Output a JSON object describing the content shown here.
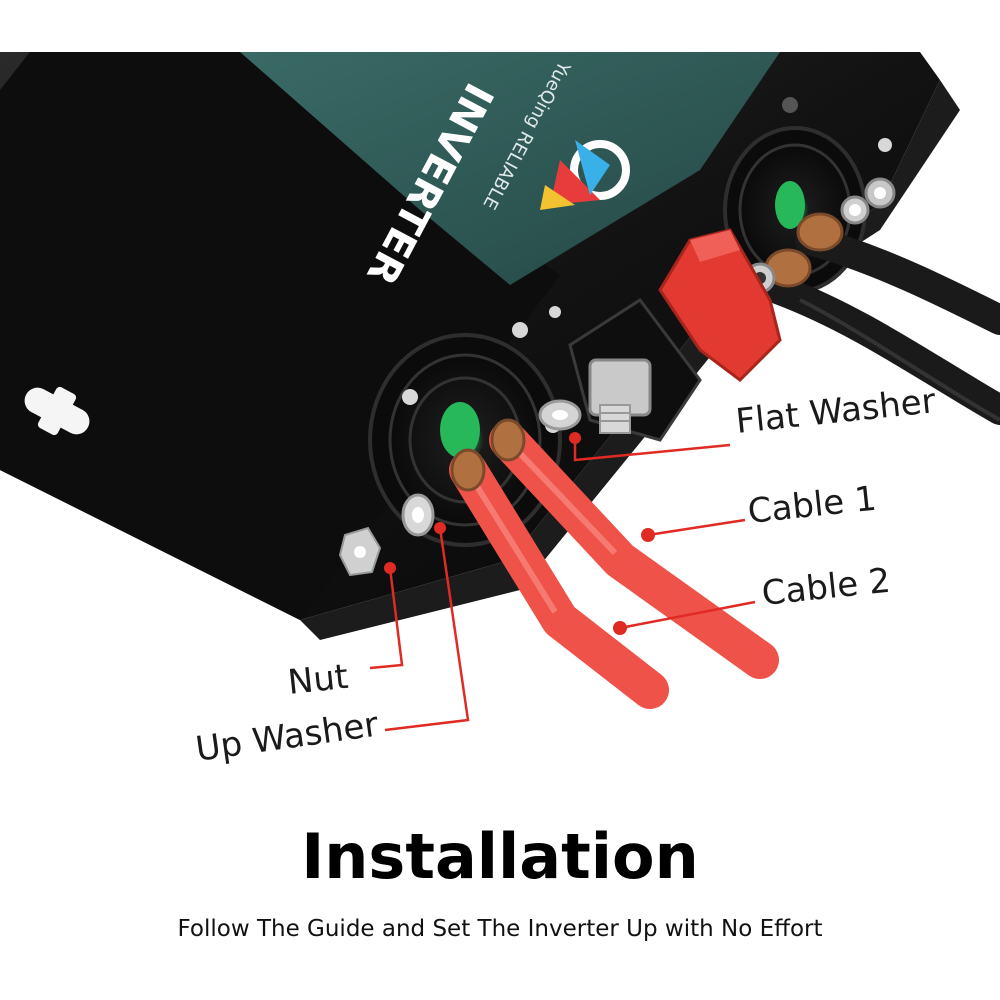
{
  "brand": {
    "label_text": "INVERTER",
    "maker_text": "YueQing RELIABLE",
    "label_color": "#2f5a57"
  },
  "callouts": {
    "flat_washer": "Flat Washer",
    "cable_1": "Cable 1",
    "cable_2": "Cable 2",
    "nut": "Nut",
    "up_washer": "Up Washer"
  },
  "footer": {
    "title": "Installation",
    "subtitle": "Follow The Guide and Set The Inverter Up with No Effort"
  },
  "colors": {
    "inverter_body": "#111111",
    "red_cable": "#ee5248",
    "callout_line": "#e02a24",
    "black_cable": "#1a1a1a",
    "terminal_cap": "#e23a30"
  }
}
